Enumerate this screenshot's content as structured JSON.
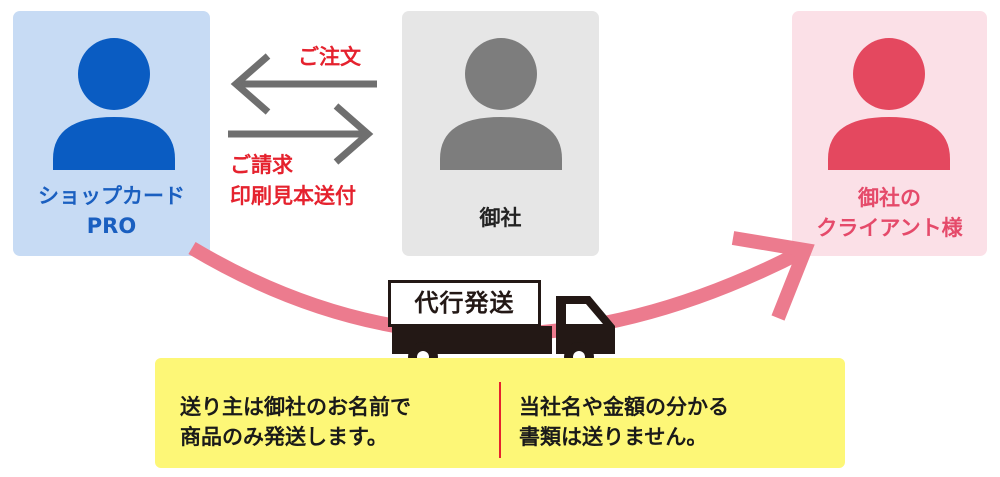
{
  "nodes": {
    "shop": {
      "line1": "ショップカード",
      "line2": "PRO"
    },
    "you": {
      "label": "御社"
    },
    "client": {
      "line1": "御社の",
      "line2": "クライアント様"
    }
  },
  "arrows": {
    "order": "ご注文",
    "invoice_line1": "ご請求",
    "invoice_line2": "印刷見本送付"
  },
  "truck": {
    "label": "代行発送"
  },
  "notes": {
    "left_line1": "送り主は御社のお名前で",
    "left_line2": "商品のみ発送します。",
    "right_line1": "当社名や金額の分かる",
    "right_line2": "書類は送りません。"
  },
  "colors": {
    "shop_blue": "#0a5cc2",
    "you_gray": "#7d7d7d",
    "client_pink": "#e4485f",
    "arrow_gray": "#6f6f6f",
    "curve_pink": "#ec7b8e",
    "accent_red": "#e5222e",
    "note_yellow": "#fdf777"
  }
}
